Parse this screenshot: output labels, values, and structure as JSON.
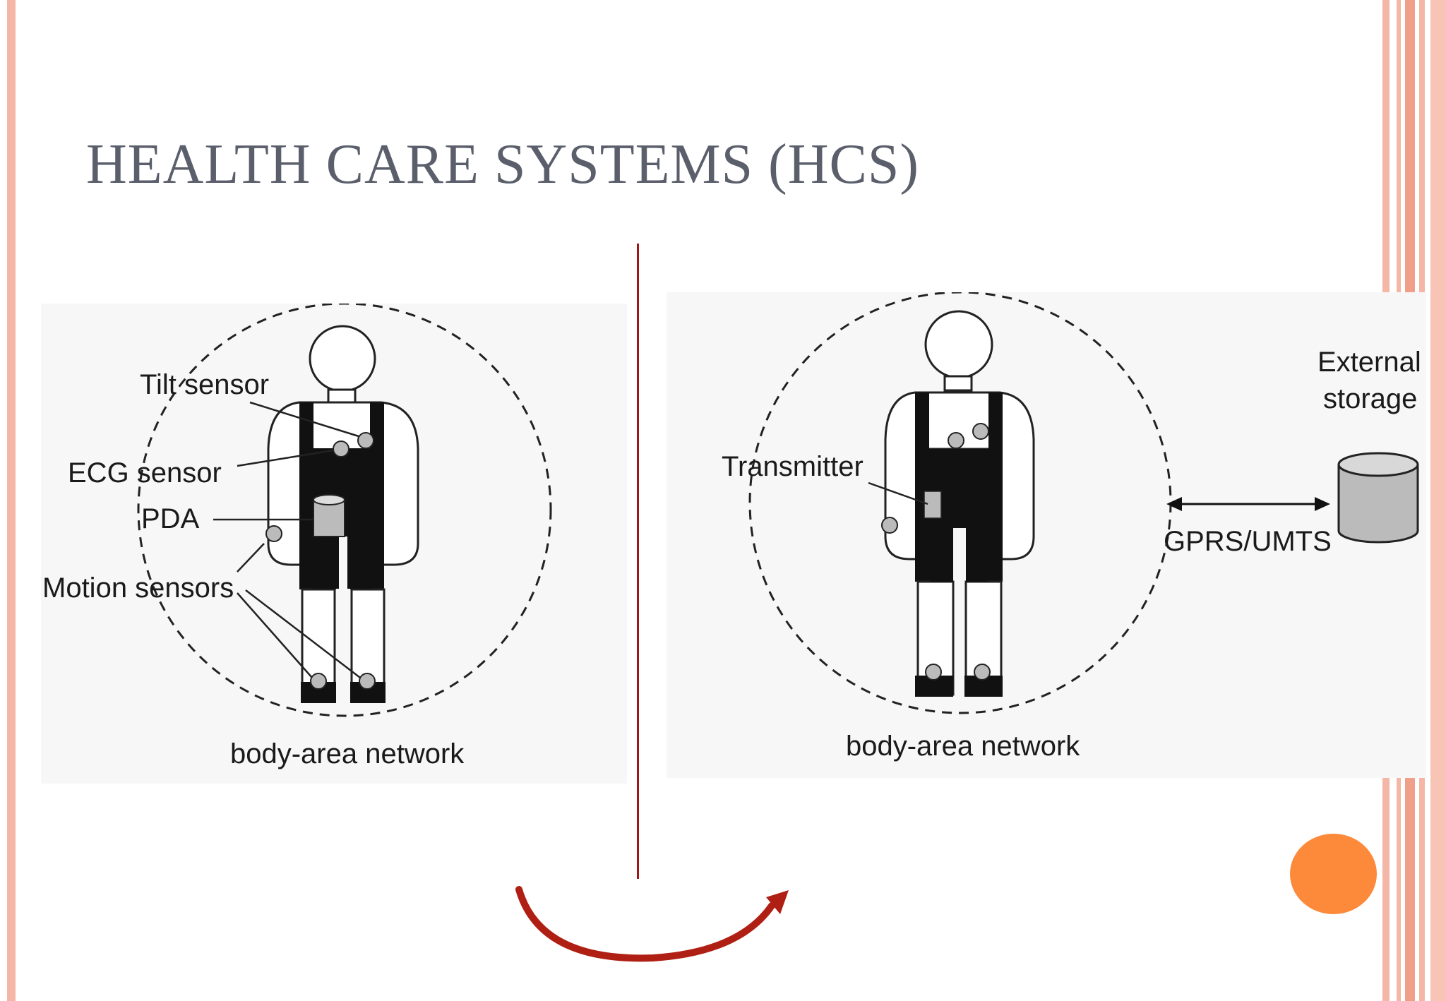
{
  "slide": {
    "title": "HEALTH CARE SYSTEMS (HCS)"
  },
  "left_diagram": {
    "labels": {
      "tilt": "Tilt sensor",
      "ecg": "ECG sensor",
      "pda": "PDA",
      "motion": "Motion sensors",
      "caption": "body-area network"
    }
  },
  "right_diagram": {
    "labels": {
      "transmitter": "Transmitter",
      "storage_line1": "External",
      "storage_line2": "storage",
      "link": "GPRS/UMTS",
      "caption": "body-area network"
    }
  },
  "colors": {
    "title": "#5a5f6b",
    "border_stripe": "#f4b6a6",
    "border_stripe_dark": "#ef9f8a",
    "divider": "#a31515",
    "orange_dot": "#fd8a3a",
    "arrow": "#b01f14",
    "device_gray": "#bbbbbb",
    "figure_bg": "#f7f7f7"
  }
}
